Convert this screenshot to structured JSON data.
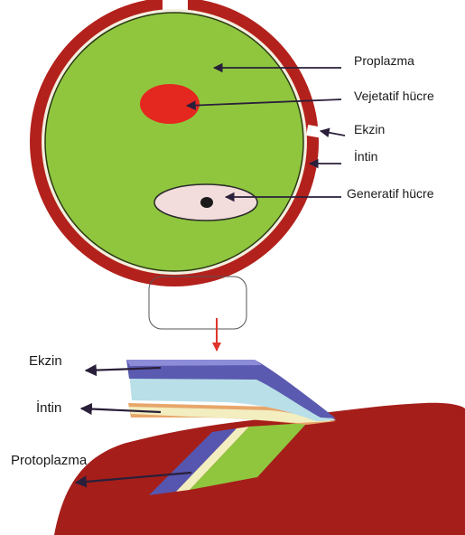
{
  "labels": {
    "proplazma": "Proplazma",
    "vejetatif": "Vejetatif hücre",
    "ekzin_top": "Ekzin",
    "intin_top": "İntin",
    "generatif": "Generatif hücre",
    "ekzin_bottom": "Ekzin",
    "intin_bottom": "İntin",
    "protoplazma": "Protoplazma"
  },
  "colors": {
    "exine": "#b3211c",
    "intine": "#f3efdf",
    "cytoplasm": "#8fc63e",
    "vegetative_nucleus": "#e4271f",
    "generative_cell": "#f2dcdc",
    "zoom_arrow": "#e0342b",
    "label_arrow": "#2a1f3a",
    "layer_exine": "#5a5ab0",
    "layer_intine": "#b9dfe8",
    "layer_orange": "#e8a66a",
    "layer_yellow": "#f2eec0",
    "ground": "#a51e1a"
  }
}
